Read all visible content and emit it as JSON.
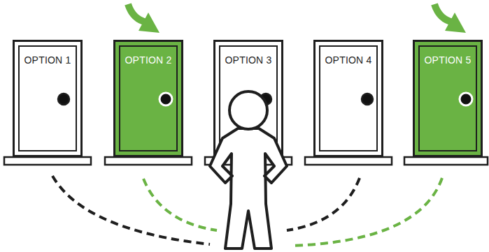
{
  "diagram": {
    "nodes": [
      {
        "text": [
          "OPTION 1"
        ]
      },
      {
        "text": [
          "OPTION 2"
        ]
      },
      {
        "text": [
          "OPTION 3"
        ]
      },
      {
        "text": [
          "OPTION 4"
        ]
      },
      {
        "text": [
          "OPTION 5"
        ]
      }
    ]
  }
}
